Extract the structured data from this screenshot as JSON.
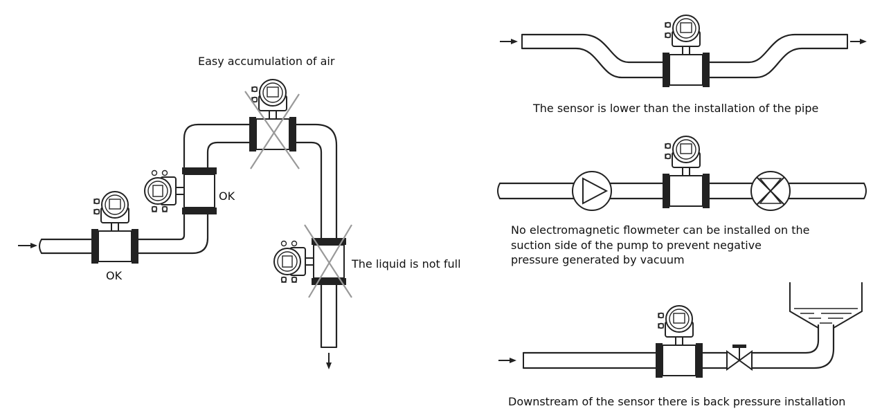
{
  "labels": {
    "air": "Easy accumulation of air",
    "ok_vertical": "OK",
    "ok_inlet": "OK",
    "not_full": "The liquid is not full",
    "lower": "The sensor is lower than the installation of the pipe",
    "pump_1": "No electromagnetic flowmeter can be installed on the",
    "pump_2": "suction side of the pump to prevent negative",
    "pump_3": "pressure generated by vacuum",
    "back_pressure": "Downstream of the sensor there is back pressure installation"
  },
  "colors": {
    "line": "#222222",
    "cross": "#999999"
  }
}
